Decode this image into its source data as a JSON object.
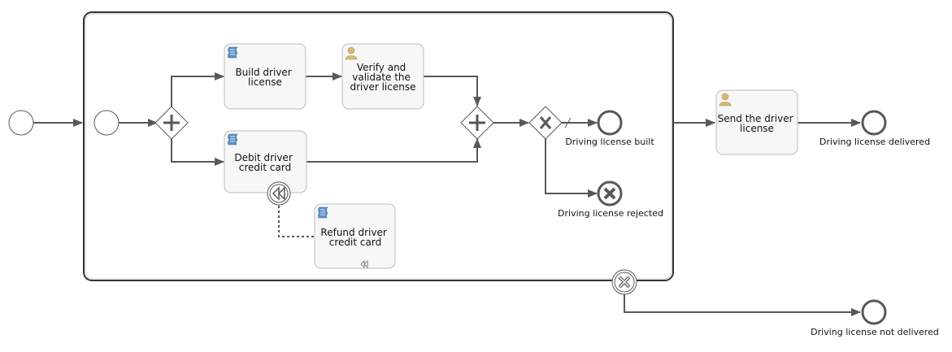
{
  "diagram": {
    "tasks": {
      "build_license": {
        "line1": "Build driver",
        "line2": "license",
        "type_icon": "script-task-icon"
      },
      "verify_license": {
        "line1": "Verify and",
        "line2": "validate the",
        "line3": "driver license",
        "type_icon": "user-task-icon"
      },
      "debit_card": {
        "line1": "Debit driver",
        "line2": "credit card",
        "type_icon": "script-task-icon"
      },
      "refund_card": {
        "line1": "Refund driver",
        "line2": "credit card",
        "type_icon": "script-task-icon",
        "marker_icon": "compensation-marker-icon"
      },
      "send_license": {
        "line1": "Send the driver",
        "line2": "license",
        "type_icon": "user-task-icon"
      }
    },
    "events": {
      "license_built": "Driving license built",
      "license_rejected": "Driving license rejected",
      "license_delivered": "Driving license delivered",
      "license_not_delivered": "Driving license not delivered"
    },
    "gateways": {
      "fork": "parallel-gateway-icon",
      "join": "parallel-gateway-icon",
      "decision": "exclusive-gateway-icon"
    },
    "colors": {
      "stroke": "#585858",
      "task_fill": "#f7f7f7",
      "task_border": "#bdbdbd",
      "script_icon": "#5b8fc7",
      "user_icon": "#c9a86a"
    }
  }
}
